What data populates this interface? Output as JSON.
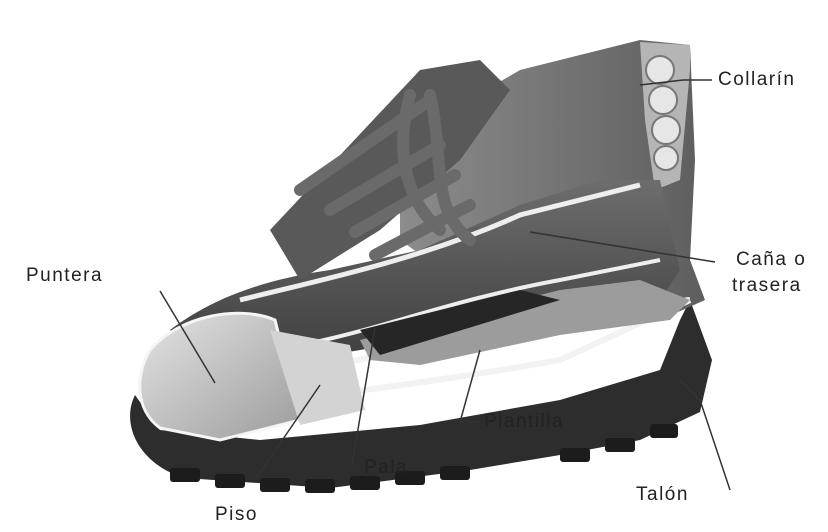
{
  "labels": {
    "collarin": "Collarín",
    "cana_line1": "Caña o",
    "cana_line2": "trasera",
    "puntera": "Puntera",
    "plantilla": "Plantilla",
    "pala": "Pala",
    "talon": "Talón",
    "piso": "Piso"
  },
  "colors": {
    "background": "#ffffff",
    "sole": "#2e2e2e",
    "upper_dark": "#5a5a5a",
    "upper_mid": "#8a8a8a",
    "toe_cap": "#c9c9c9",
    "leader_lines": "#333333"
  }
}
